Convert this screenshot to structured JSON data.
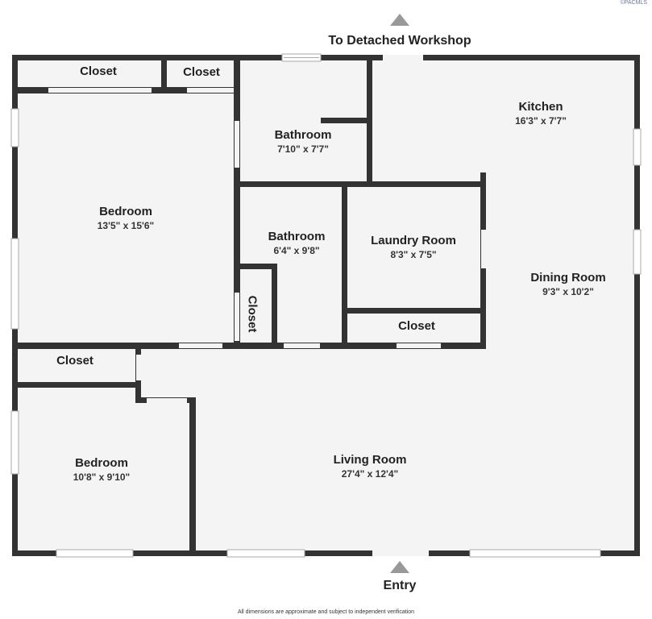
{
  "logo": "©PACMLS",
  "top_label": "To Detached Workshop",
  "bottom_label": "Entry",
  "disclaimer": "All dimensions are approximate and subject to independent verification",
  "rooms": {
    "closet_top_left": {
      "name": "Closet"
    },
    "closet_top_mid": {
      "name": "Closet"
    },
    "bathroom_upper": {
      "name": "Bathroom",
      "dim": "7'10\" x 7'7\""
    },
    "kitchen": {
      "name": "Kitchen",
      "dim": "16'3\" x 7'7\""
    },
    "bedroom_1": {
      "name": "Bedroom",
      "dim": "13'5\" x 15'6\""
    },
    "bathroom_lower": {
      "name": "Bathroom",
      "dim": "6'4\" x 9'8\""
    },
    "laundry": {
      "name": "Laundry Room",
      "dim": "8'3\" x 7'5\""
    },
    "dining": {
      "name": "Dining Room",
      "dim": "9'3\" x 10'2\""
    },
    "closet_vertical": {
      "name": "Closet"
    },
    "closet_laundry": {
      "name": "Closet"
    },
    "closet_left": {
      "name": "Closet"
    },
    "bedroom_2": {
      "name": "Bedroom",
      "dim": "10'8\" x 9'10\""
    },
    "living": {
      "name": "Living Room",
      "dim": "27'4\" x 12'4\""
    }
  }
}
